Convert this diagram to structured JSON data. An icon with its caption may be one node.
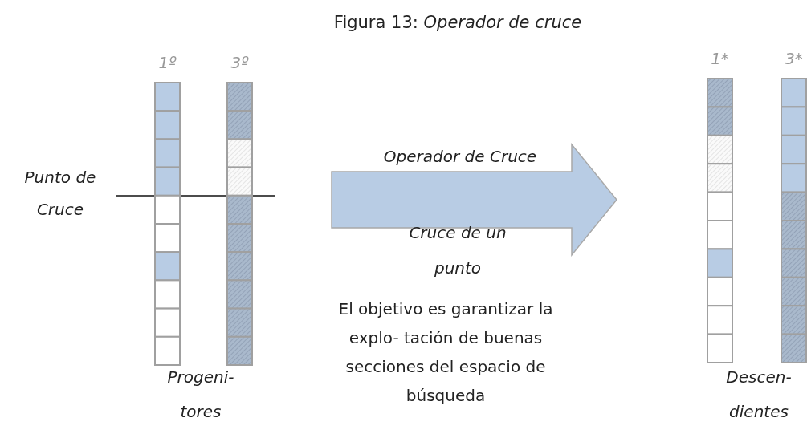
{
  "diagram": {
    "title": "Figura 13: *Operador de cruce*",
    "nodes": [
      {
        "text": [
          "Progeni- tores"
        ]
      },
      {
        "text": [
          "1º"
        ],
        "in": 0
      },
      {
        "text": [
          "3º"
        ],
        "in": 0
      },
      {
        "text": [
          "Descen- dientes"
        ]
      },
      {
        "text": [
          "1*"
        ],
        "in": 3
      },
      {
        "text": [
          "3*"
        ],
        "in": 3
      }
    ],
    "edges": [
      {
        "from": 0,
        "to": 3,
        "arrow": "to",
        "style": "thick",
        "label": "Operador de Cruce"
      }
    ],
    "labels": [
      "Punto de Cruce",
      "Cruce de un punto",
      "El objetivo es garantizar la explo- tación de buenas secciones del espacio de búsqueda"
    ]
  }
}
